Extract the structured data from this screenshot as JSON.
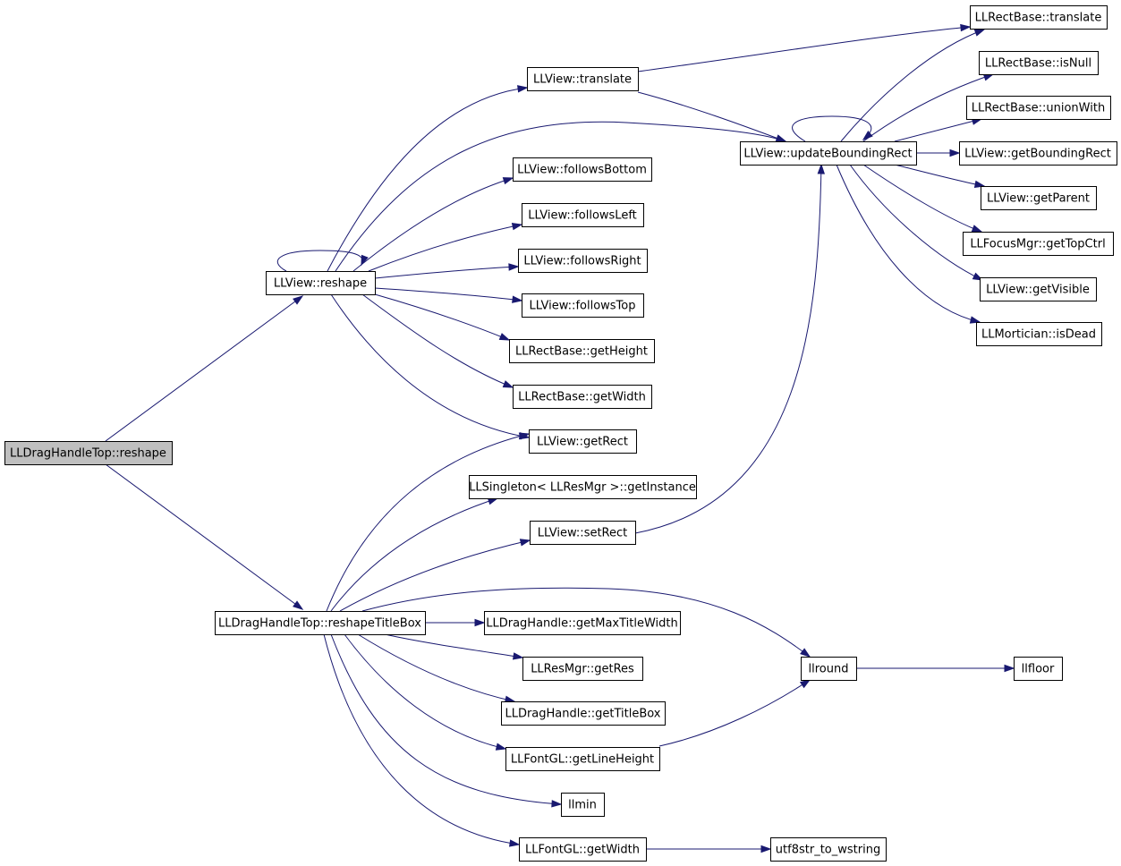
{
  "nodes": [
    {
      "id": "dragtop_reshape",
      "label": "LLDragHandleTop::reshape",
      "root": true
    },
    {
      "id": "view_reshape",
      "label": "LLView::reshape"
    },
    {
      "id": "dragtop_reshapetitlebox",
      "label": "LLDragHandleTop::reshapeTitleBox"
    },
    {
      "id": "view_translate",
      "label": "LLView::translate"
    },
    {
      "id": "view_followsbottom",
      "label": "LLView::followsBottom"
    },
    {
      "id": "view_followsleft",
      "label": "LLView::followsLeft"
    },
    {
      "id": "view_followsright",
      "label": "LLView::followsRight"
    },
    {
      "id": "view_followstop",
      "label": "LLView::followsTop"
    },
    {
      "id": "rect_getheight",
      "label": "LLRectBase::getHeight"
    },
    {
      "id": "rect_getwidth",
      "label": "LLRectBase::getWidth"
    },
    {
      "id": "view_getrect",
      "label": "LLView::getRect"
    },
    {
      "id": "singleton_getinstance",
      "label": "LLSingleton< LLResMgr >::getInstance"
    },
    {
      "id": "view_setrect",
      "label": "LLView::setRect"
    },
    {
      "id": "view_updateboundingrect",
      "label": "LLView::updateBoundingRect"
    },
    {
      "id": "rect_translate",
      "label": "LLRectBase::translate"
    },
    {
      "id": "rect_isnull",
      "label": "LLRectBase::isNull"
    },
    {
      "id": "rect_unionwith",
      "label": "LLRectBase::unionWith"
    },
    {
      "id": "view_getboundingrect",
      "label": "LLView::getBoundingRect"
    },
    {
      "id": "view_getparent",
      "label": "LLView::getParent"
    },
    {
      "id": "focusmgr_gettopctrl",
      "label": "LLFocusMgr::getTopCtrl"
    },
    {
      "id": "view_getvisible",
      "label": "LLView::getVisible"
    },
    {
      "id": "mortician_isdead",
      "label": "LLMortician::isDead"
    },
    {
      "id": "draghandle_getmaxtitlewidth",
      "label": "LLDragHandle::getMaxTitleWidth"
    },
    {
      "id": "resmgr_getres",
      "label": "LLResMgr::getRes"
    },
    {
      "id": "draghandle_gettitlebox",
      "label": "LLDragHandle::getTitleBox"
    },
    {
      "id": "fontgl_getlineheight",
      "label": "LLFontGL::getLineHeight"
    },
    {
      "id": "llmin",
      "label": "llmin"
    },
    {
      "id": "fontgl_getwidth",
      "label": "LLFontGL::getWidth"
    },
    {
      "id": "llround",
      "label": "llround"
    },
    {
      "id": "llfloor",
      "label": "llfloor"
    },
    {
      "id": "utf8str_to_wstring",
      "label": "utf8str_to_wstring"
    }
  ],
  "edges": [
    {
      "from": "dragtop_reshape",
      "to": "view_reshape"
    },
    {
      "from": "dragtop_reshape",
      "to": "dragtop_reshapetitlebox"
    },
    {
      "from": "view_reshape",
      "to": "view_reshape"
    },
    {
      "from": "view_reshape",
      "to": "view_translate"
    },
    {
      "from": "view_reshape",
      "to": "view_updateboundingrect"
    },
    {
      "from": "view_reshape",
      "to": "view_followsbottom"
    },
    {
      "from": "view_reshape",
      "to": "view_followsleft"
    },
    {
      "from": "view_reshape",
      "to": "view_followsright"
    },
    {
      "from": "view_reshape",
      "to": "view_followstop"
    },
    {
      "from": "view_reshape",
      "to": "rect_getheight"
    },
    {
      "from": "view_reshape",
      "to": "rect_getwidth"
    },
    {
      "from": "view_reshape",
      "to": "view_getrect"
    },
    {
      "from": "view_translate",
      "to": "rect_translate"
    },
    {
      "from": "view_translate",
      "to": "view_updateboundingrect"
    },
    {
      "from": "view_updateboundingrect",
      "to": "view_updateboundingrect"
    },
    {
      "from": "view_updateboundingrect",
      "to": "rect_translate"
    },
    {
      "from": "view_updateboundingrect",
      "to": "rect_isnull"
    },
    {
      "from": "view_updateboundingrect",
      "to": "rect_unionwith"
    },
    {
      "from": "view_updateboundingrect",
      "to": "view_getboundingrect"
    },
    {
      "from": "view_updateboundingrect",
      "to": "view_getparent"
    },
    {
      "from": "view_updateboundingrect",
      "to": "focusmgr_gettopctrl"
    },
    {
      "from": "view_updateboundingrect",
      "to": "view_getvisible"
    },
    {
      "from": "view_updateboundingrect",
      "to": "mortician_isdead"
    },
    {
      "from": "dragtop_reshapetitlebox",
      "to": "view_getrect"
    },
    {
      "from": "dragtop_reshapetitlebox",
      "to": "singleton_getinstance"
    },
    {
      "from": "dragtop_reshapetitlebox",
      "to": "view_setrect"
    },
    {
      "from": "dragtop_reshapetitlebox",
      "to": "llround"
    },
    {
      "from": "dragtop_reshapetitlebox",
      "to": "draghandle_getmaxtitlewidth"
    },
    {
      "from": "dragtop_reshapetitlebox",
      "to": "resmgr_getres"
    },
    {
      "from": "dragtop_reshapetitlebox",
      "to": "draghandle_gettitlebox"
    },
    {
      "from": "dragtop_reshapetitlebox",
      "to": "fontgl_getlineheight"
    },
    {
      "from": "dragtop_reshapetitlebox",
      "to": "llmin"
    },
    {
      "from": "dragtop_reshapetitlebox",
      "to": "fontgl_getwidth"
    },
    {
      "from": "view_setrect",
      "to": "view_updateboundingrect"
    },
    {
      "from": "fontgl_getlineheight",
      "to": "llround"
    },
    {
      "from": "llround",
      "to": "llfloor"
    },
    {
      "from": "fontgl_getwidth",
      "to": "utf8str_to_wstring"
    }
  ],
  "colors": {
    "edge": "#191970",
    "root_fill": "#bfbfbf",
    "node_fill": "#ffffff",
    "node_border": "#000000"
  }
}
